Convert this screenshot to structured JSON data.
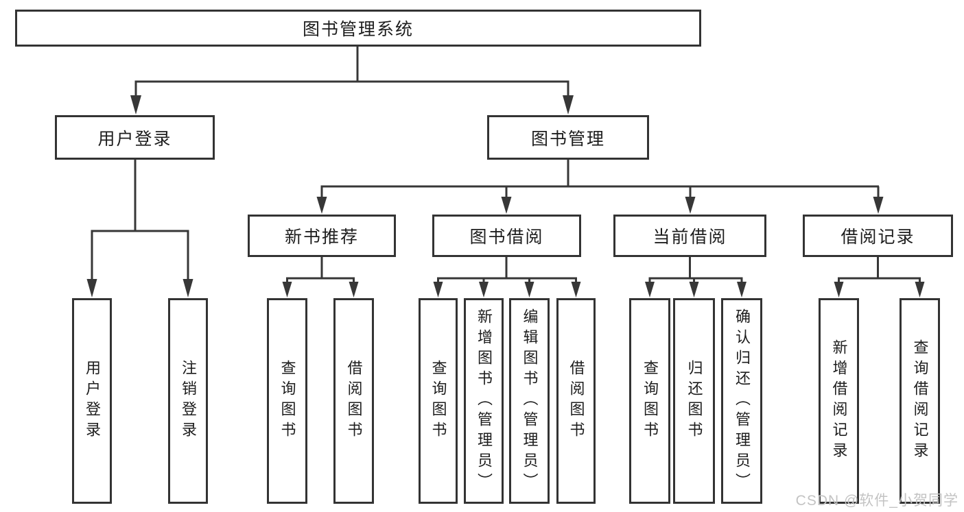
{
  "diagram": {
    "root": {
      "label": "图书管理系统"
    },
    "branches": [
      {
        "label": "用户登录",
        "leaves": [
          "用户登录",
          "注销登录"
        ]
      },
      {
        "label": "图书管理",
        "groups": [
          {
            "label": "新书推荐",
            "leaves": [
              "查询图书",
              "借阅图书"
            ]
          },
          {
            "label": "图书借阅",
            "leaves": [
              "查询图书",
              "新增图书（管理员）",
              "编辑图书（管理员）",
              "借阅图书"
            ]
          },
          {
            "label": "当前借阅",
            "leaves": [
              "查询图书",
              "归还图书",
              "确认归还（管理员）"
            ]
          },
          {
            "label": "借阅记录",
            "leaves": [
              "新增借阅记录",
              "查询借阅记录"
            ]
          }
        ]
      }
    ]
  },
  "colors": {
    "line": "#333333",
    "text": "#1d1d1d",
    "watermark": "#c3c3c3",
    "background": "#ffffff"
  },
  "watermark": {
    "text": "CSDN @软件_小贺同学"
  }
}
